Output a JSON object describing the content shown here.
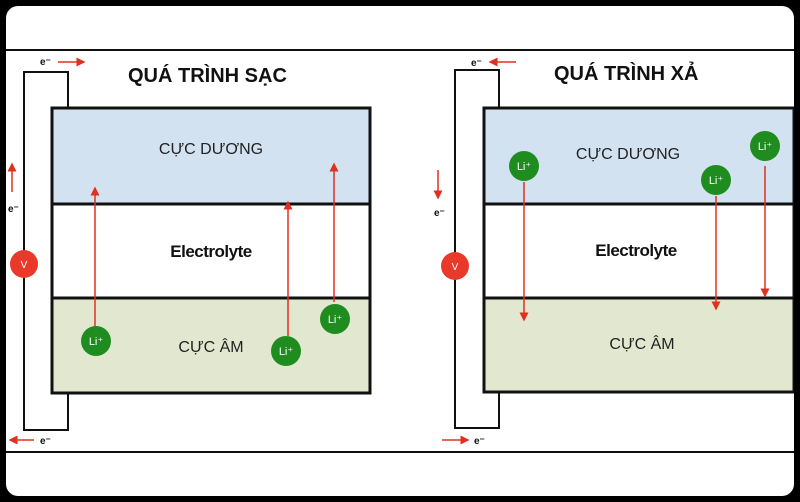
{
  "panels": {
    "charge": {
      "title": "QUÁ TRÌNH SẠC",
      "positive_electrode": "CỰC DƯƠNG",
      "electrolyte": "Electrolyte",
      "negative_electrode": "CỰC ÂM",
      "electron_label": "e⁻",
      "voltmeter_label": "V",
      "ions": [
        "Li⁺",
        "Li⁺",
        "Li⁺"
      ]
    },
    "discharge": {
      "title": "QUÁ TRÌNH XẢ",
      "positive_electrode": "CỰC DƯƠNG",
      "electrolyte": "Electrolyte",
      "negative_electrode": "CỰC ÂM",
      "electron_label": "e⁻",
      "voltmeter_label": "V",
      "ions": [
        "Li⁺",
        "Li⁺",
        "Li⁺"
      ]
    }
  },
  "colors": {
    "positive_layer": "#d3e2f0",
    "electrolyte_layer": "#ffffff",
    "negative_layer": "#e2e8cf",
    "ion": "#1e8c1e",
    "arrow": "#e03020",
    "voltmeter": "#e8392a",
    "outline": "#111111"
  }
}
